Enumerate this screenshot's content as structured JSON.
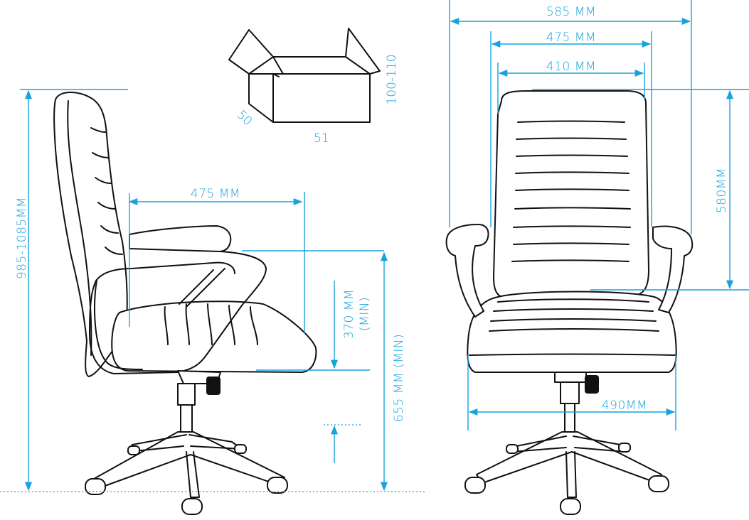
{
  "dimensions": {
    "overall_width": "585 MM",
    "back_outer_width": "475 MM",
    "back_inner_width": "410 MM",
    "back_height": "580MM",
    "seat_width": "490MM",
    "total_height": "985-1085MM",
    "seat_depth": "475 MM",
    "arm_height": "370 MM",
    "arm_height_note": "(MIN)",
    "seat_height": "655 MM (MIN)"
  },
  "package": {
    "length": "51",
    "depth": "50",
    "height": "100-110"
  },
  "colors": {
    "dimension": "#17a3dd",
    "line_art": "#111111",
    "background": "#ffffff"
  }
}
